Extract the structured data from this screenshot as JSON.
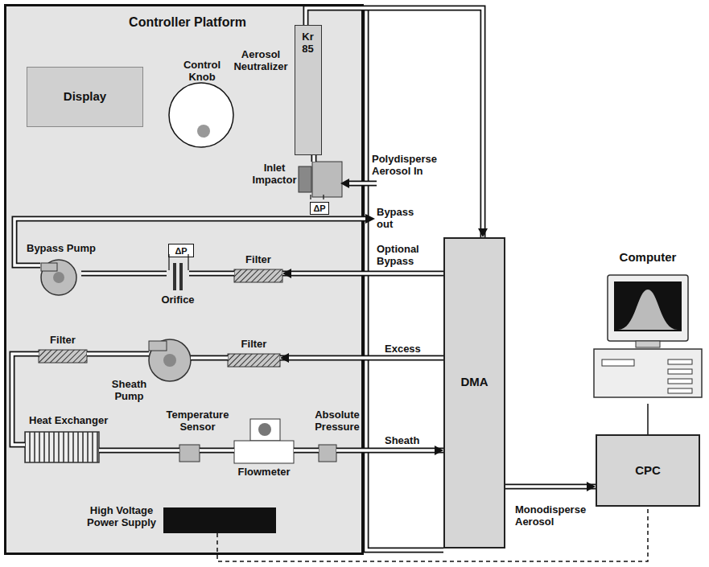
{
  "diagram": {
    "nodes": [
      {
        "text": [
          "Controller Platform"
        ]
      },
      {
        "text": [
          "Display"
        ],
        "in": 0
      },
      {
        "text": [
          "Control Knob"
        ],
        "in": 0
      },
      {
        "text": [
          "Kr 85",
          "Aerosol Neutralizer"
        ],
        "in": 0
      },
      {
        "text": [
          "Inlet Impactor"
        ],
        "in": 0
      },
      {
        "text": [
          "ΔP"
        ],
        "in": 0
      },
      {
        "text": [
          "Bypass Pump"
        ],
        "in": 0
      },
      {
        "text": [
          "ΔP"
        ],
        "in": 0
      },
      {
        "text": [
          "Orifice"
        ],
        "in": 0
      },
      {
        "text": [
          "Filter"
        ],
        "in": 0
      },
      {
        "text": [
          "Filter"
        ],
        "in": 0
      },
      {
        "text": [
          "Sheath Pump"
        ],
        "in": 0
      },
      {
        "text": [
          "Filter"
        ],
        "in": 0
      },
      {
        "text": [
          "Heat Exchanger"
        ],
        "in": 0
      },
      {
        "text": [
          "Temperature Sensor"
        ],
        "in": 0
      },
      {
        "text": [
          "Flowmeter"
        ],
        "in": 0
      },
      {
        "text": [
          "Absolute Pressure"
        ],
        "in": 0
      },
      {
        "text": [
          "High Voltage Power Supply"
        ],
        "in": 0
      },
      {
        "text": [
          "DMA"
        ]
      },
      {
        "text": [
          "Computer"
        ]
      },
      {
        "text": [
          "CPC"
        ]
      }
    ],
    "edges": [
      {
        "from": 4,
        "to": 3,
        "arrow": "none"
      },
      {
        "from": 3,
        "to": 18,
        "arrow": "to"
      },
      {
        "from": 18,
        "to": 9,
        "arrow": "to",
        "label": "Optional Bypass"
      },
      {
        "from": 9,
        "to": 8,
        "arrow": "none"
      },
      {
        "from": 8,
        "to": 6,
        "arrow": "none"
      },
      {
        "from": 18,
        "to": 12,
        "arrow": "to",
        "label": "Excess"
      },
      {
        "from": 12,
        "to": 11,
        "arrow": "none"
      },
      {
        "from": 11,
        "to": 10,
        "arrow": "none"
      },
      {
        "from": 10,
        "to": 13,
        "arrow": "none"
      },
      {
        "from": 13,
        "to": 14,
        "arrow": "none"
      },
      {
        "from": 14,
        "to": 15,
        "arrow": "none"
      },
      {
        "from": 15,
        "to": 16,
        "arrow": "none"
      },
      {
        "from": 16,
        "to": 18,
        "arrow": "to",
        "label": "Sheath"
      },
      {
        "from": 18,
        "to": 20,
        "arrow": "to",
        "label": "Monodisperse Aerosol"
      },
      {
        "from": 20,
        "to": 19,
        "arrow": "none"
      },
      {
        "from": 17,
        "to": 20,
        "arrow": "none"
      }
    ],
    "labels": [
      "Polydisperse Aerosol In",
      "Bypass out"
    ]
  }
}
